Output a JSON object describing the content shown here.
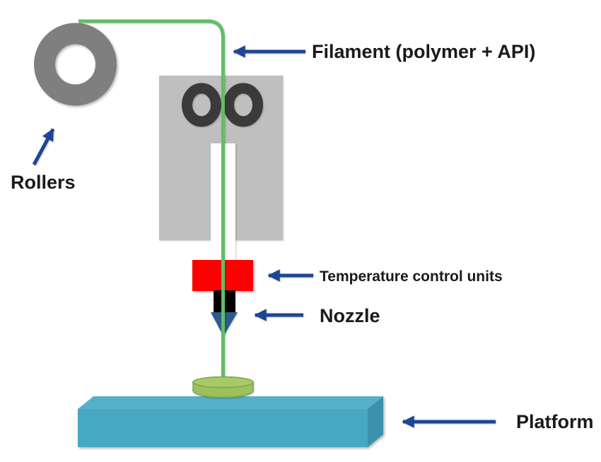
{
  "labels": {
    "filament": "Filament (polymer + API)",
    "rollers": "Rollers",
    "temperature": "Temperature control units",
    "nozzle": "Nozzle",
    "platform": "Platform"
  },
  "icons": {
    "arrow_left": "left-arrow-icon",
    "arrow_up_right": "up-right-arrow-icon"
  },
  "colors": {
    "arrow": "#1d4693",
    "filament_line": "#5fbe68",
    "spool": "#7f7f7f",
    "extruder_body": "#bfbfbf",
    "roller": "#3a3a3a",
    "channel": "#ffffff",
    "heater": "#fe0000",
    "nozzle_body": "#000000",
    "nozzle_tip": "#2e5c8a",
    "deposit": "#9cc05b",
    "deposit_top": "#a7ca66",
    "deposit_border": "#7fa14c",
    "platform_top": "#55b0c9",
    "platform_front": "#49a8c1",
    "platform_side": "#3c92ab",
    "text": "#1a1a1a"
  }
}
